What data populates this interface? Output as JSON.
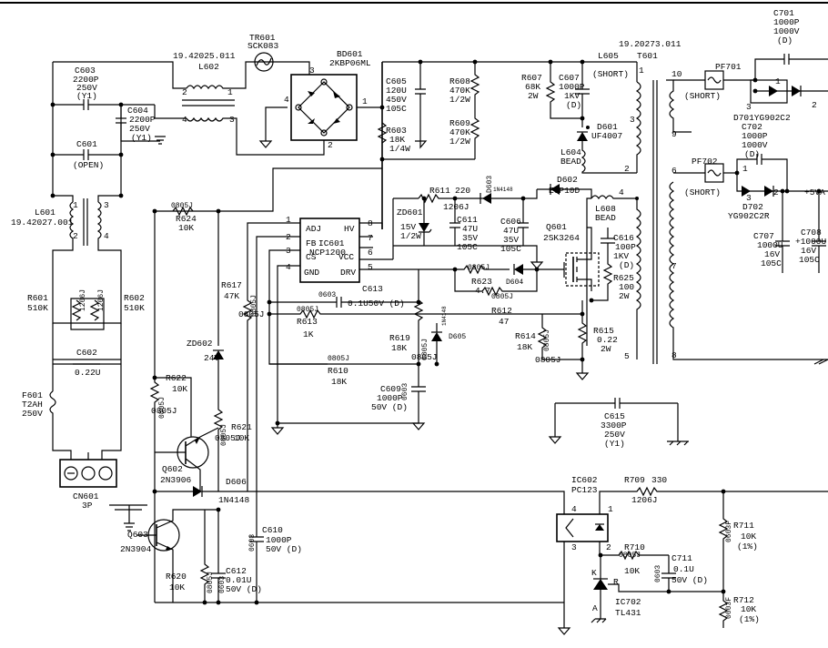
{
  "border": {
    "color": "#000000"
  },
  "labels": {
    "L602_id": "19.42025.011",
    "L602_ref": "L602",
    "TR601_ref": "TR601",
    "TR601_val": "SCK083",
    "BD601_ref": "BD601",
    "BD601_val": "2KBP06ML",
    "C603_ref": "C603",
    "C603_v1": "2200P",
    "C603_v2": "250V",
    "C603_v3": "(Y1)",
    "C604_ref": "C604",
    "C604_v1": "2200P",
    "C604_v2": "250V",
    "C604_v3": "(Y1)",
    "C601_ref": "C601",
    "C601_v1": "(OPEN)",
    "L601_ref": "L601",
    "L601_id": "19.42027.001",
    "R601_ref": "R601",
    "R601_val": "510K",
    "R602_ref": "R602",
    "R602_val": "510K",
    "pkg_1206J_a": "1206J",
    "pkg_1206J_b": "1206J",
    "C602_ref": "C602",
    "C602_val": "0.22U",
    "F601_ref": "F601",
    "F601_v1": "T2AH",
    "F601_v2": "250V",
    "CN601_ref": "CN601",
    "CN601_val": "3P",
    "C605_ref": "C605",
    "C605_v1": "120U",
    "C605_v2": "450V",
    "C605_v3": "105C",
    "R603_ref": "R603",
    "R603_v1": "18K",
    "R603_v2": "1/4W",
    "R608_ref": "R608",
    "R608_v1": "470K",
    "R608_v2": "1/2W",
    "R609_ref": "R609",
    "R609_v1": "470K",
    "R609_v2": "1/2W",
    "R607_ref": "R607",
    "R607_v1": "68K",
    "R607_v2": "2W",
    "C607_ref": "C607",
    "C607_v1": "1000P",
    "C607_v2": "1KV",
    "C607_v3": "(D)",
    "L605_ref": "L605",
    "L605_v1": "(SHORT)",
    "T601_id": "19.20273.011",
    "T601_ref": "T601",
    "D601_ref": "D601",
    "D601_val": "UF4007",
    "L604_ref": "L604",
    "L604_val": "BEAD",
    "D602_ref": "D602",
    "D602_val": "EGP10D",
    "R611_ref": "R611",
    "R611_val": "220",
    "R611_pkg": "1206J",
    "D603_ref": "D603",
    "D603_val": "1N4148",
    "ZD601_ref": "ZD601",
    "ZD601_v1": "15V",
    "ZD601_v2": "1/2W",
    "C611_ref": "C611",
    "C611_v1": "47U",
    "C611_v2": "35V",
    "C611_v3": "105C",
    "C606_ref": "C606",
    "C606_v1": "47U",
    "C606_v2": "35V",
    "C606_v3": "105C",
    "Q601_ref": "Q601",
    "Q601_val": "2SK3264",
    "L608_ref": "L608",
    "L608_val": "BEAD",
    "C616_ref": "C616",
    "C616_v1": "100P",
    "C616_v2": "1KV",
    "C616_v3": "(D)",
    "R625_ref": "R625",
    "R625_v1": "100",
    "R625_v2": "2W",
    "R624_pkg": "0805J",
    "R624_ref": "R624",
    "R624_val": "10K",
    "IC601_ref": "IC601",
    "IC601_val": "NCP1200",
    "pin_adj": "ADJ",
    "pin_hv": "HV",
    "pin_fb": "FB",
    "pin_cs": "CS",
    "pin_vcc": "VCC",
    "pin_gnd": "GND",
    "pin_drv": "DRV",
    "pin1": "1",
    "pin2": "2",
    "pin3": "3",
    "pin4": "4",
    "pin5": "5",
    "pin6": "6",
    "pin7": "7",
    "pin8": "8",
    "R617_ref": "R617",
    "R617_val": "47K",
    "R617_pkg": "0805J",
    "C603b_ref": "0603",
    "C613_ref": "C613",
    "C613_val": "0.1U50V (D)",
    "R613_pkg": "0805J",
    "R613_ref": "R613",
    "R613_val": "1K",
    "R623_pkg": "0805J",
    "R623_ref": "R623",
    "R623_val": "4.7",
    "D604_ref": "D604",
    "R612_pkg": "0805J",
    "R612_ref": "R612",
    "R612_val": "47",
    "R619_ref": "R619",
    "R619_val": "18K",
    "R619_pkg": "0805J",
    "D605_ref": "D605",
    "D605_val": "1N4148",
    "R614_ref": "R614",
    "R614_val": "18K",
    "R614_pkg": "0805J",
    "R615_ref": "R615",
    "R615_v1": "0.22",
    "R615_v2": "2W",
    "R610_pkg": "0805J",
    "R610_ref": "R610",
    "R610_val": "18K",
    "ZD602_ref": "ZD602",
    "ZD602_val": "24V",
    "R622_ref": "R622",
    "R622_val": "10K",
    "R622_pkg": "0805J",
    "C609_ref": "C609",
    "C609_v1": "1000P",
    "C609_v2": "50V (D)",
    "C609_pkg": "0603",
    "R621_pkg": "0805J",
    "R621_ref": "R621",
    "R621_val": "10K",
    "Q602_ref": "Q602",
    "Q602_val": "2N3906",
    "D606_ref": "D606",
    "D606_val": "1N4148",
    "Q603_ref": "Q603",
    "Q603_val": "2N3904",
    "C610_ref": "C610",
    "C610_v1": "1000P",
    "C610_v2": "50V (D)",
    "C610_pkg": "0603",
    "R620_ref": "R620",
    "R620_val": "10K",
    "R620_pkg": "0805J",
    "R620_pkg2": "0603",
    "C612_ref": "C612",
    "C612_v1": "0.01U",
    "C612_v2": "50V (D)",
    "C615_ref": "C615",
    "C615_v1": "3300P",
    "C615_v2": "250V",
    "C615_v3": "(Y1)",
    "IC602_ref": "IC602",
    "IC602_val": "PC123",
    "R709_ref": "R709",
    "R709_val": "330",
    "R709_pkg": "1206J",
    "R711_ref": "R711",
    "R711_v1": "10K",
    "R711_v2": "(1%)",
    "R711_pkg": "0603F",
    "R710_ref": "R710",
    "R710_pkg": "0805J",
    "R710_val": "10K",
    "C711_ref": "C711",
    "C711_v1": "0.1U",
    "C711_v2": "50V (D)",
    "C711_pkg": "0603",
    "R712_ref": "R712",
    "R712_v1": "10K",
    "R712_v2": "(1%)",
    "R712_pkg": "0603F",
    "IC702_ref": "IC702",
    "IC702_val": "TL431",
    "pin_K": "K",
    "pin_R": "R",
    "pin_A": "A",
    "C701_ref": "C701",
    "C701_v1": "1000P",
    "C701_v2": "1000V",
    "C701_v3": "(D)",
    "PF701_ref": "PF701",
    "PF701_val": "(SHORT)",
    "D701_ref": "D701YG902C2",
    "C702_ref": "C702",
    "C702_v1": "1000P",
    "C702_v2": "1000V",
    "C702_v3": "(D)",
    "PF702_ref": "PF702",
    "PF702_val": "(SHORT)",
    "D702_ref": "D702",
    "D702_val": "YG902C2R",
    "C707_ref": "C707",
    "C707_v1": "1000U",
    "C707_v2": "16V",
    "C707_v3": "105C",
    "C708_ref": "C708",
    "C708_v1": "+1000U",
    "C708_v2": "16V",
    "C708_v3": "105C",
    "rail_5VA": "+5VA",
    "t10": "10",
    "t9": "9",
    "t6": "6",
    "t8": "8",
    "t7": "7",
    "t2": "2",
    "t3": "3",
    "t4": "4",
    "t5": "5",
    "t1": "1",
    "bd1": "1",
    "bd2": "2",
    "bd3": "3",
    "bd4": "4",
    "l602_2": "2",
    "l602_1": "1",
    "l602_4": "4",
    "l602_3": "3",
    "l601_1": "1",
    "l601_2": "2",
    "l601_3": "3",
    "l601_4": "4",
    "d_1": "1",
    "d_2": "2",
    "d_3": "3",
    "d_1b": "1",
    "d_2b": "2",
    "d_3b": "3",
    "opto4": "4",
    "opto1": "1",
    "opto3": "3",
    "opto2": "2"
  }
}
